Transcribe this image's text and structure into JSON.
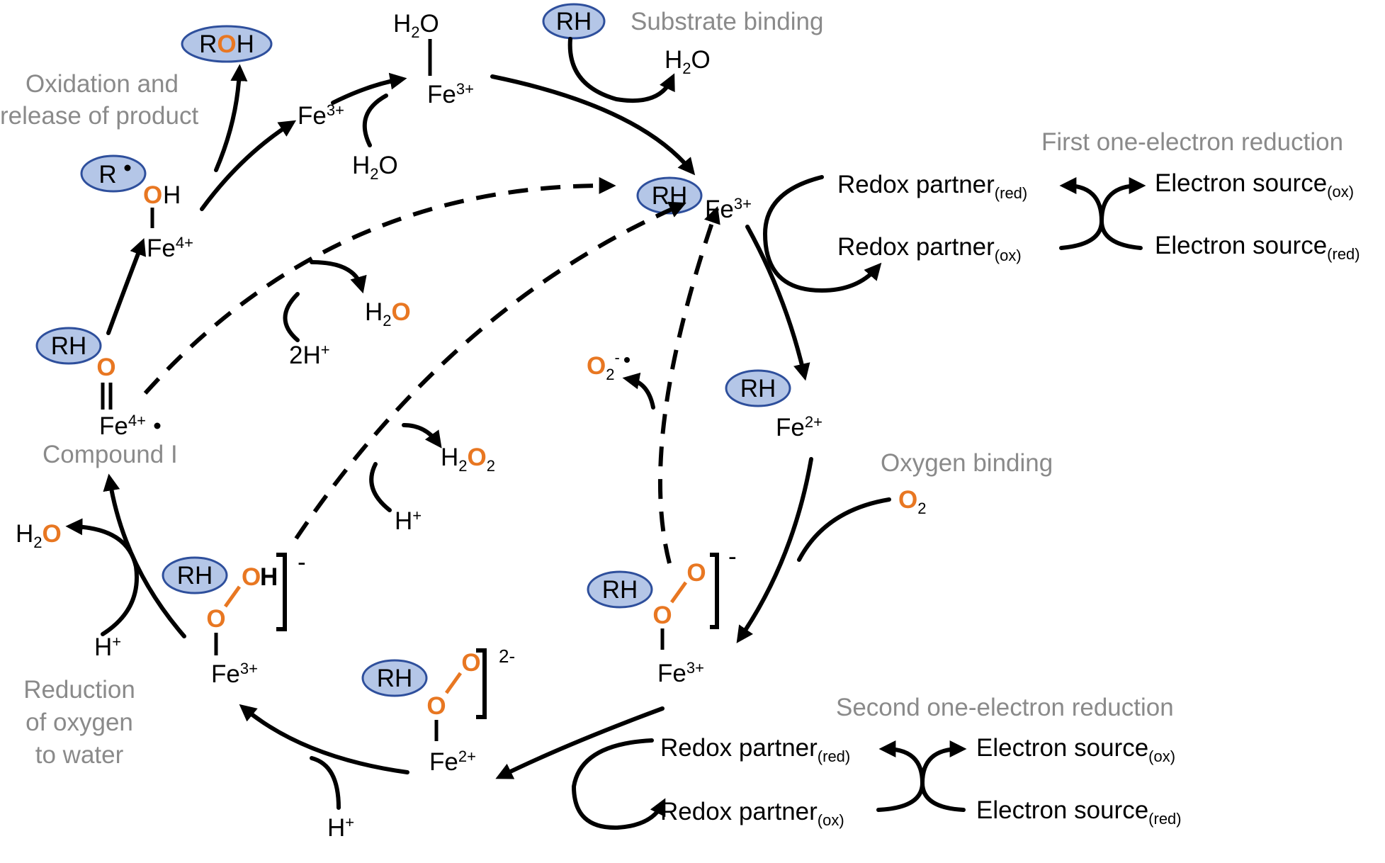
{
  "labels": {
    "substrate_binding": "Substrate binding",
    "first_reduction": "First one-electron reduction",
    "oxygen_binding": "Oxygen binding",
    "second_reduction": "Second one-electron reduction",
    "reduction_line1": "Reduction",
    "reduction_line2": "of oxygen",
    "reduction_line3": "to water",
    "compound_i": "Compound I",
    "oxidation_line1": "Oxidation and",
    "oxidation_line2": "release of product"
  },
  "species": {
    "rh": "RH",
    "roh_r": "R",
    "roh_o": "O",
    "roh_h": "H",
    "r": "R",
    "o": "O",
    "h": "H",
    "fe": "Fe",
    "fe3_charge": "3+",
    "fe2_charge": "2+",
    "fe4_charge": "4+",
    "fe4rad_charge": "4+",
    "h2o_h": "H",
    "h2o_2": "2",
    "h2o_o": "O",
    "o2_sub": "2",
    "o2_rad_charge": "-",
    "h2o2_h": "H",
    "h2o2_o": "O",
    "h_plus_h": "H",
    "plus": "+",
    "two_h_plus": "2H",
    "minus": "-",
    "two_minus": "2-"
  },
  "redox_top": {
    "partner_red": "Redox partner",
    "partner_red_sub": "(red)",
    "partner_ox": "Redox partner",
    "partner_ox_sub": "(ox)",
    "source_ox": "Electron source",
    "source_ox_sub": "(ox)",
    "source_red": "Electron source",
    "source_red_sub": "(red)"
  },
  "redox_bottom": {
    "partner_red": "Redox partner",
    "partner_red_sub": "(red)",
    "partner_ox": "Redox partner",
    "partner_ox_sub": "(ox)",
    "source_ox": "Electron source",
    "source_ox_sub": "(ox)",
    "source_red": "Electron source",
    "source_red_sub": "(red)"
  },
  "colors": {
    "oxygen": "#e87722",
    "oval_fill": "#b4c6e7",
    "oval_stroke": "#2e4f9c",
    "gray_text": "#8a8a8a"
  }
}
